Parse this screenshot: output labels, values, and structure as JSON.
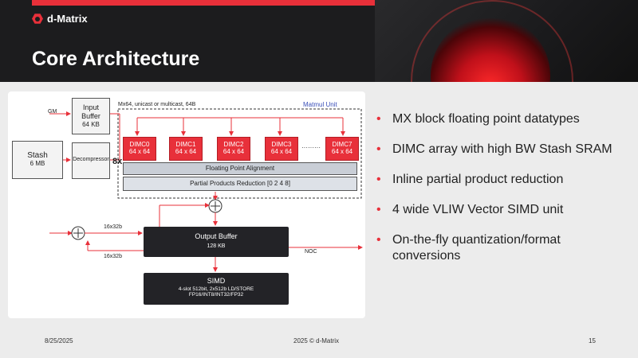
{
  "header": {
    "logo_text": "d-Matrix",
    "title": "Core Architecture"
  },
  "diagram": {
    "gm_label": "GM",
    "input_buffer": {
      "title": "Input\nBuffer",
      "size": "64 KB"
    },
    "stash": {
      "title": "Stash",
      "size": "6 MB"
    },
    "decompressor": "Decompressor",
    "mx_label": "Mx64, unicast or multicast, 64B",
    "matmul_label": "Matmul Unit",
    "multiplier": "8x",
    "dimc": [
      {
        "name": "DIMC0",
        "dim": "64 x 64"
      },
      {
        "name": "DIMC1",
        "dim": "64 x 64"
      },
      {
        "name": "DIMC2",
        "dim": "64 x 64"
      },
      {
        "name": "DIMC3",
        "dim": "64 x 64"
      },
      {
        "name": "DIMC7",
        "dim": "64 x 64"
      }
    ],
    "ellipsis": "·········",
    "fp_alignment": "Floating Point Alignment",
    "ppr": "Partial Products Reduction [0 2 4 8]",
    "label_16x32_top": "16x32b",
    "label_16x32_bottom": "16x32b",
    "output_buffer": {
      "title": "Output Buffer",
      "size": "128 KB"
    },
    "noc": "NOC",
    "simd": {
      "title": "SIMD",
      "line1": "4-slot 512bit, 2x512b LD/STORE",
      "line2": "FP16/INT8/INT32/FP32"
    }
  },
  "bullets": [
    "MX block floating point datatypes",
    "DIMC array with high BW Stash SRAM",
    "Inline partial product reduction",
    "4 wide VLIW Vector SIMD unit",
    "On-the-fly quantization/format conversions"
  ],
  "bullet_marker": "•",
  "footer": {
    "date": "8/25/2025",
    "copyright": "2025 © d-Matrix",
    "page": "15"
  },
  "colors": {
    "accent": "#e8303a",
    "header_bg": "#1c1c1e"
  }
}
